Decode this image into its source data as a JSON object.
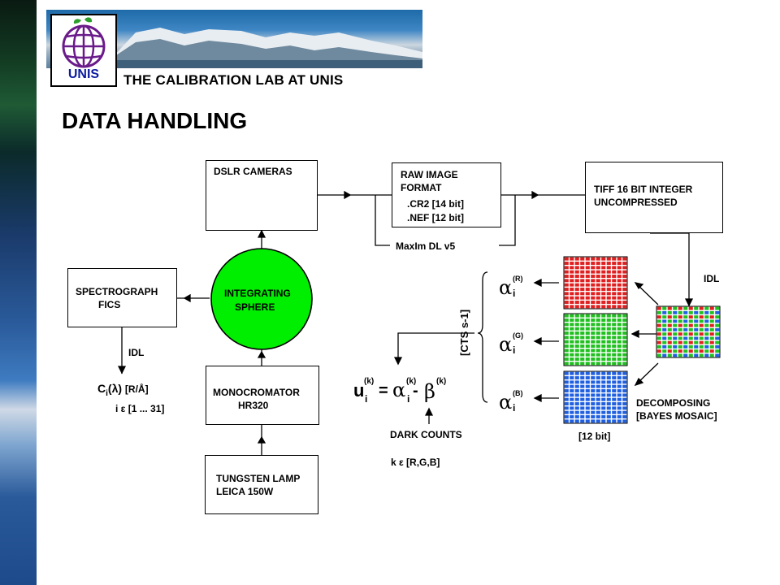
{
  "header": {
    "org": "UNIS",
    "lab_title": "THE CALIBRATION LAB AT UNIS"
  },
  "page_title": "DATA HANDLING",
  "nodes": {
    "dslr": "DSLR CAMERAS",
    "raw_line1": "RAW IMAGE",
    "raw_line2": "FORMAT",
    "raw_cr2": ".CR2 [14 bit]",
    "raw_nef": ".NEF [12 bit]",
    "maxim": "MaxIm DL v5",
    "tiff_line1": "TIFF 16 BIT INTEGER",
    "tiff_line2": "UNCOMPRESSED",
    "spectro_line1": "SPECTROGRAPH",
    "spectro_line2": "FICS",
    "sphere_line1": "INTEGRATING",
    "sphere_line2": "SPHERE",
    "mono_line1": "MONOCROMATOR",
    "mono_line2": "HR320",
    "lamp_line1": "TUNGSTEN LAMP",
    "lamp_line2": "LEICA 150W"
  },
  "labels": {
    "idl_left": "IDL",
    "idl_right": "IDL",
    "c_sub": "i",
    "c_unit": "[R/Å]",
    "i_range": "i ε [1 ... 31]",
    "cts": "[CTS s-1]",
    "dark_counts": "DARK COUNTS",
    "k_range": "k ε [R,G,B]",
    "decomp_line1": "DECOMPOSING",
    "decomp_line2": "[BAYES MOSAIC]",
    "bit12": "[12 bit]",
    "alpha_r_sup": "(R)",
    "alpha_g_sup": "(G)",
    "alpha_b_sup": "(B)",
    "alpha_sub": "i",
    "eq_sup": "(k)"
  },
  "colors": {
    "sphere": "#00ee00",
    "red_grid": "#e02020",
    "green_grid": "#20c020",
    "blue_grid": "#2060e0",
    "logo_blue": "#0a1aa0"
  }
}
